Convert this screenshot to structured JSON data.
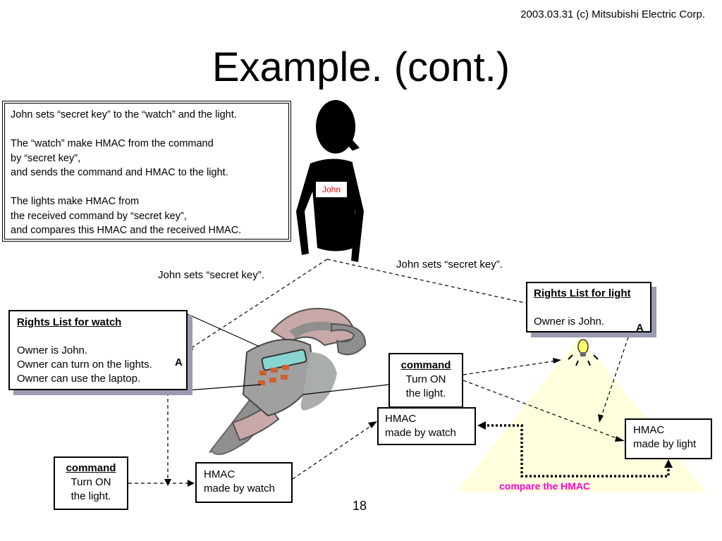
{
  "header": {
    "copyright": "2003.03.31 (c) Mitsubishi Electric Corp.",
    "title": "Example. (cont.)"
  },
  "description": {
    "lines": [
      "John sets “secret key” to the “watch”  and the light.",
      "",
      "The “watch” make HMAC from the command",
      "by “secret key”,",
      "and sends the command and HMAC to the light.",
      "",
      "The lights make HMAC from",
      "the received command by “secret key”,",
      "and compares this HMAC and the received HMAC."
    ]
  },
  "john": {
    "tag": "John"
  },
  "labels": {
    "sets_key_left": "John sets “secret key”.",
    "sets_key_right": "John sets “secret key”."
  },
  "rights_watch": {
    "title": "Rights List for watch",
    "lines": [
      "",
      "Owner is John.",
      "Owner can turn on the lights.",
      "Owner can use the laptop."
    ],
    "key_label": "A"
  },
  "rights_light": {
    "title": "Rights List for light",
    "lines": [
      "",
      "Owner is John."
    ],
    "key_label": "A"
  },
  "command_top": {
    "title": "command",
    "lines": [
      "Turn ON",
      "the light."
    ]
  },
  "hmac_mid": {
    "lines": [
      "HMAC",
      "made by watch"
    ]
  },
  "hmac_right": {
    "lines": [
      "HMAC",
      "made by light"
    ]
  },
  "command_left": {
    "title": "command",
    "lines": [
      "Turn ON",
      "the light."
    ]
  },
  "hmac_bottom": {
    "lines": [
      "HMAC",
      "made by watch"
    ]
  },
  "compare": {
    "label": "compare the HMAC",
    "color": "#ff00cc"
  },
  "page_number": "18",
  "colors": {
    "light_beam": "#ffffdd",
    "bulb": "#ffff66",
    "key": "#f0c000",
    "shadow": "#9a9ab0"
  }
}
